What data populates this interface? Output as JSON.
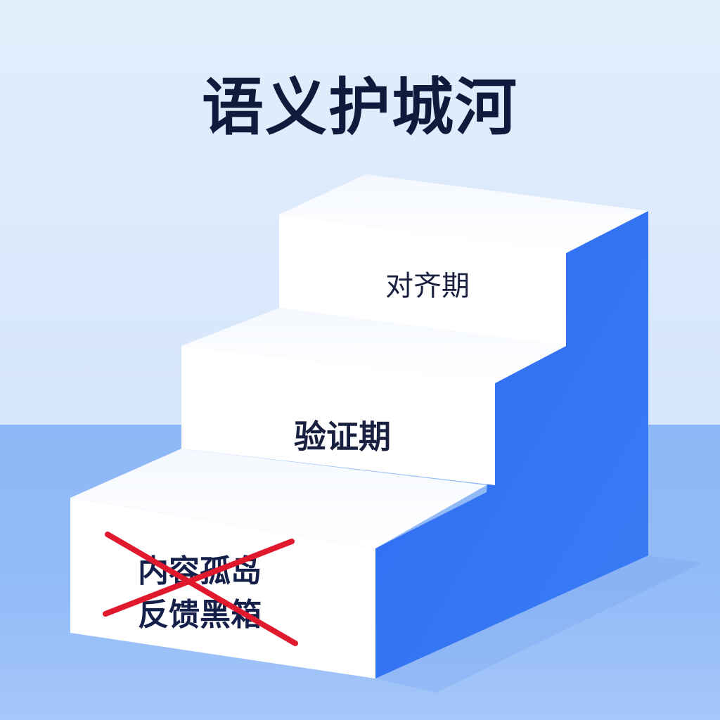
{
  "title": "语义护城河",
  "steps": {
    "top": {
      "label": "对齐期"
    },
    "middle": {
      "label": "验证期"
    },
    "bottom": {
      "lines": [
        "内容孤岛",
        "反馈黑箱"
      ],
      "crossed_out": true
    }
  },
  "colors": {
    "step_face": "#ffffff",
    "step_side": "#2f6ff0",
    "cross": "#e0192d",
    "text": "#1a2140"
  }
}
